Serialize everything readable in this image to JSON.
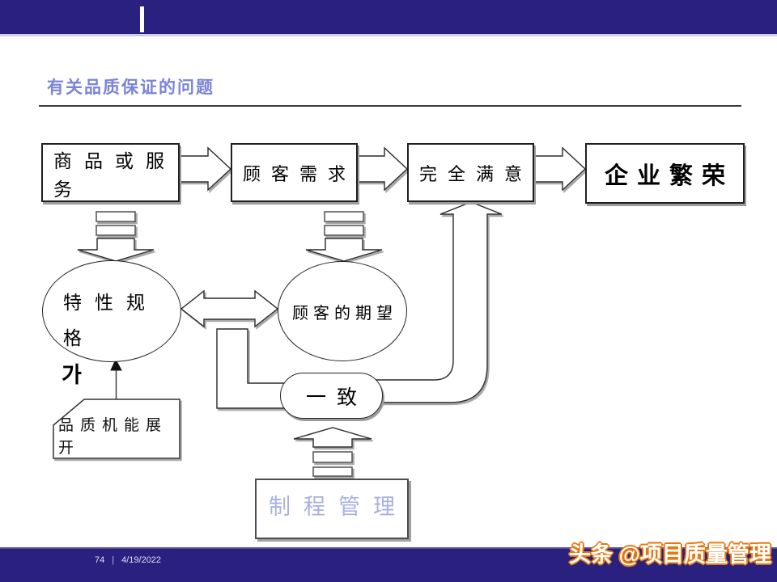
{
  "slide": {
    "title": "有关品质保证的问题",
    "page_number": "74",
    "footer_separator": "|",
    "date": "4/19/2022",
    "watermark": "头条 @项目质量管理"
  },
  "diagram": {
    "box_goods": "商品或服务",
    "box_needs": "顾客需求",
    "box_satisfaction": "完全满意",
    "box_prosperity": "企业繁荣",
    "ellipse_spec": "特性规格",
    "korean_fragment": "가",
    "ellipse_expectation": "顾客的期望",
    "stadium_agreement": "一致",
    "box_qfd": "品质机能展开",
    "box_process": "制程管理"
  },
  "icons": {
    "down_striped_arrow": "down-striped-arrow-icon",
    "up_striped_arrow": "up-striped-arrow-icon",
    "double_arrow": "left-right-block-arrow-icon",
    "pipe_arrow": "curved-pipe-arrow-icon"
  },
  "colors": {
    "header_bar": "#2a2080",
    "title_text": "#7a84d8",
    "process_text": "#a9b0e2",
    "shape_border": "#1f1f1f",
    "shadow_gray": "#9c9c9c",
    "watermark_fill": "#ffffff",
    "watermark_outline": "#e8770e",
    "footer_text": "#e0e0f0"
  }
}
